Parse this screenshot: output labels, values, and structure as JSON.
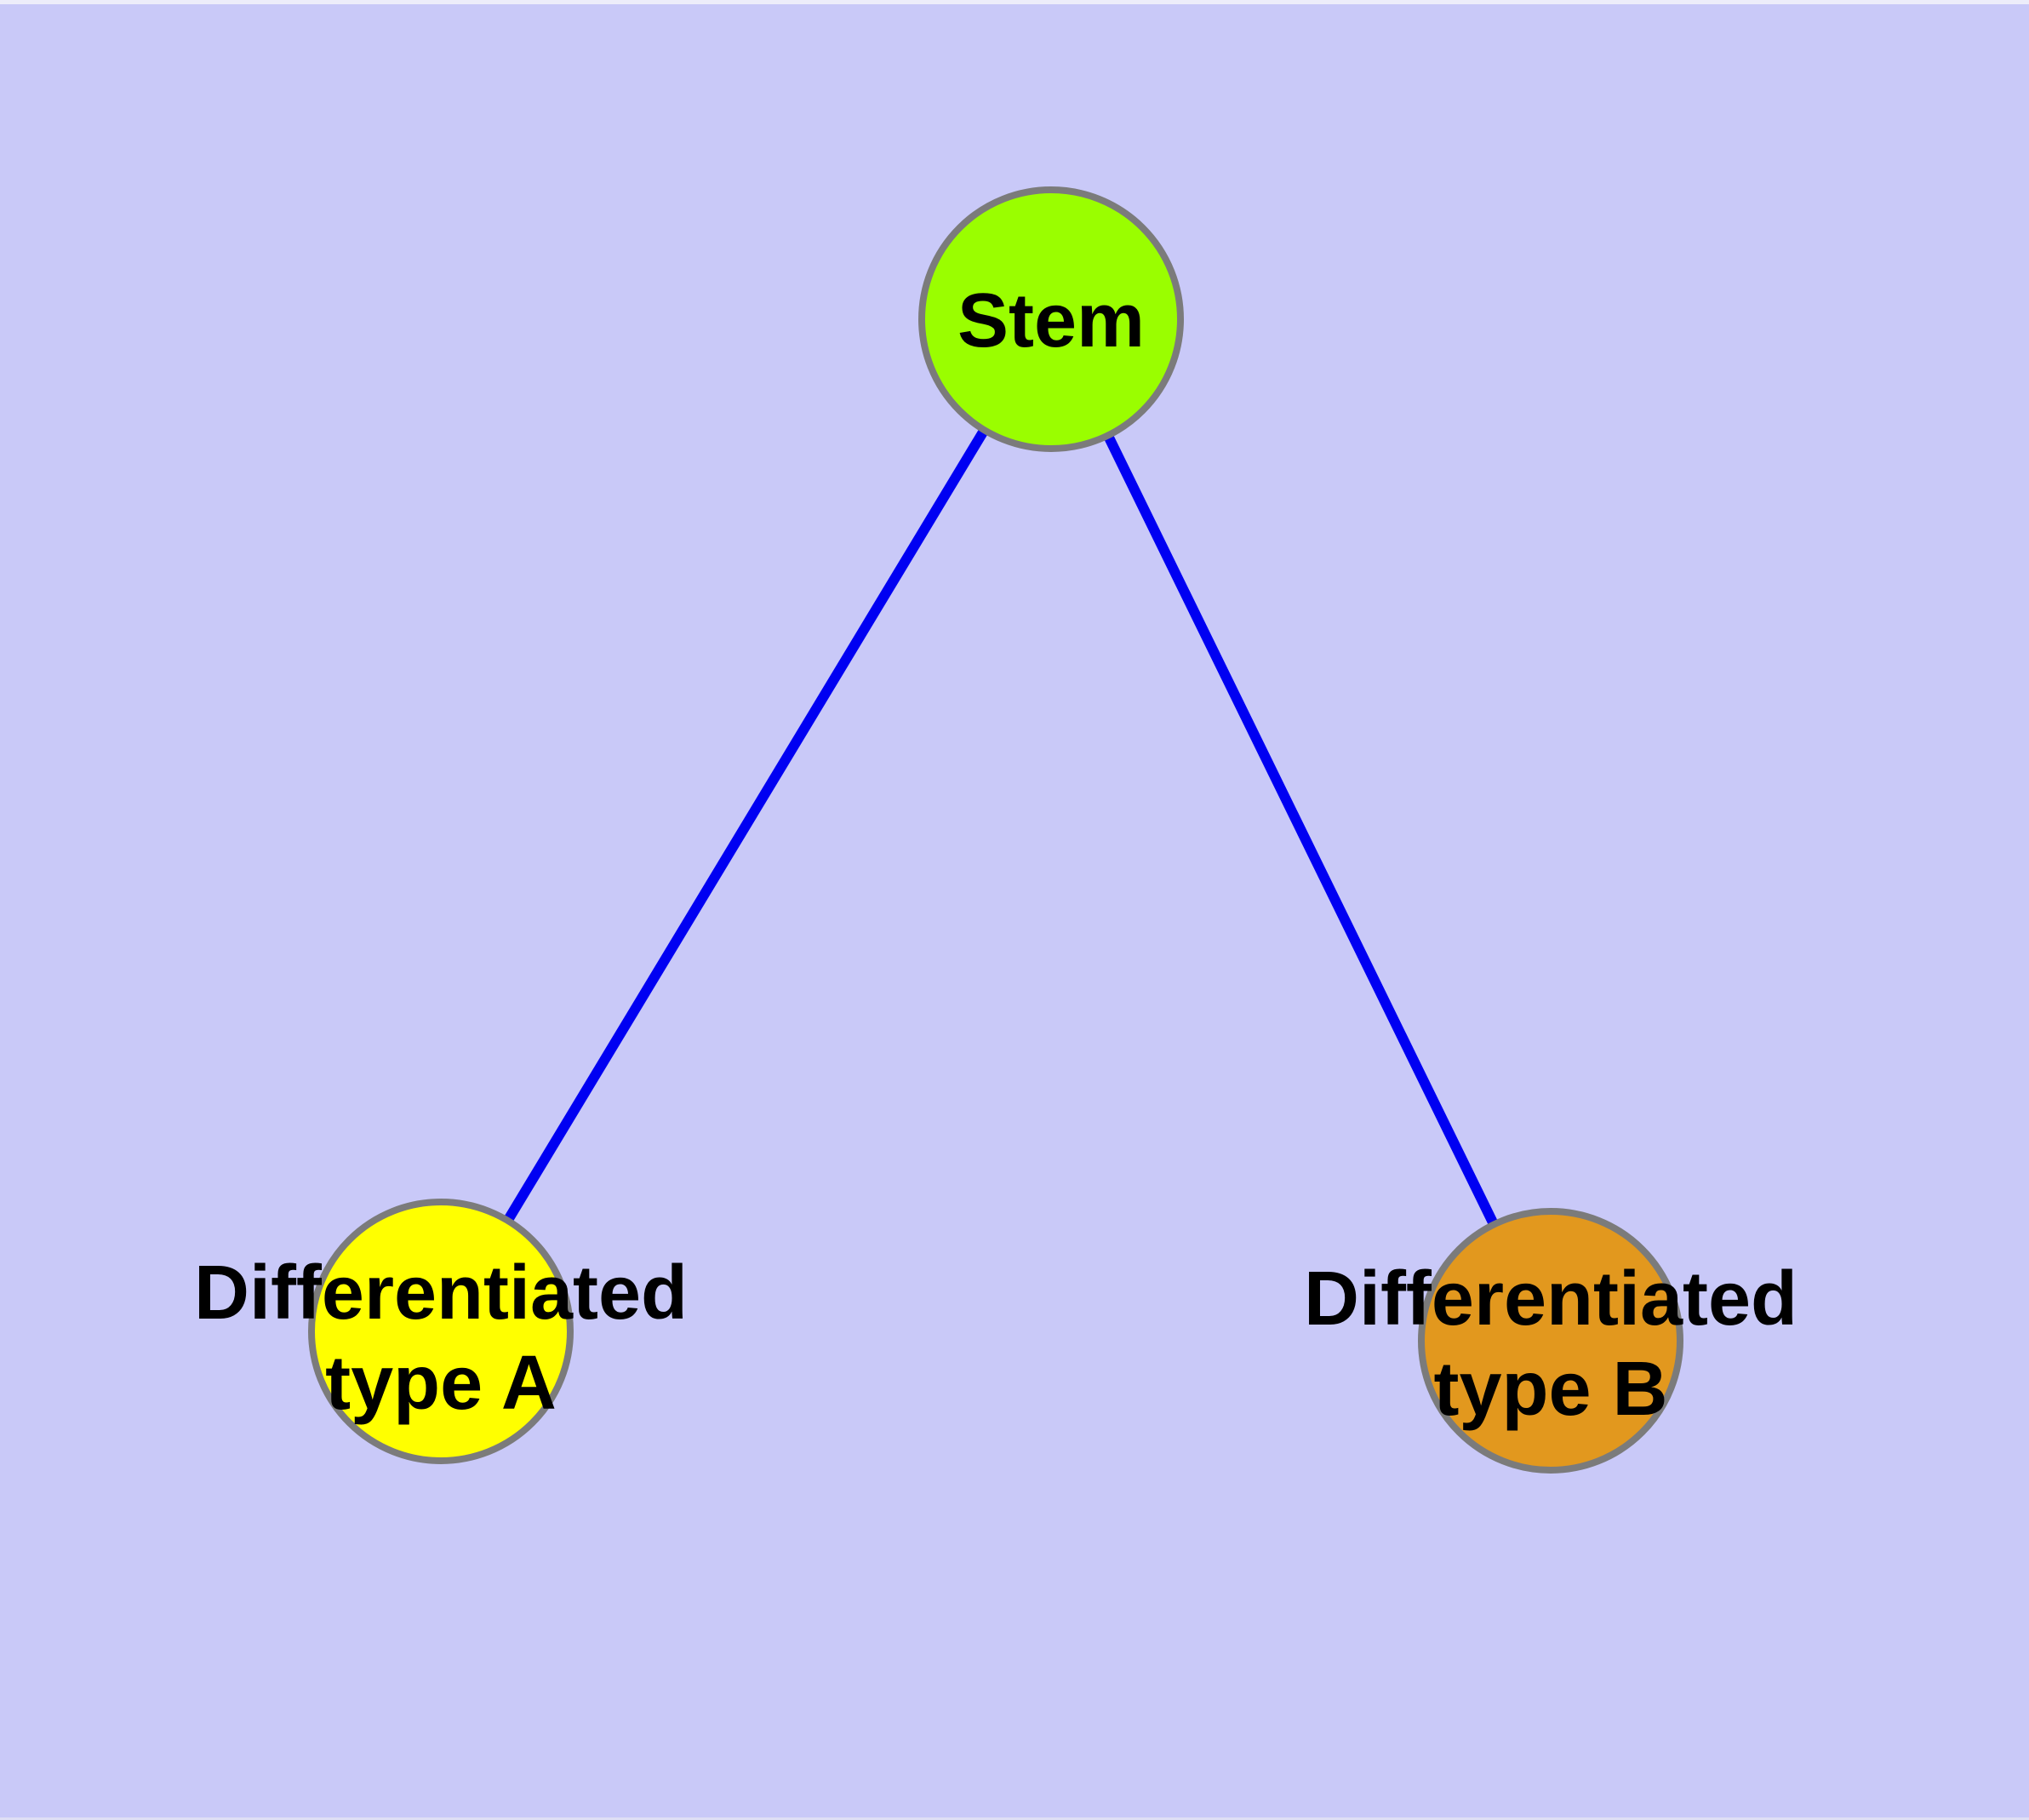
{
  "canvas": {
    "background_color": "#C9C9F8",
    "top_strip_color": "#EDEDFA",
    "bottom_strip_color": "#DFDFF5"
  },
  "graph": {
    "text_color": "#000000",
    "node_border_color": "#7B7B7B",
    "edge_color": "#0000F2",
    "nodes": [
      {
        "id": "stem",
        "label": "Stem",
        "fill": "#9AFE00",
        "stroke": "#7B7B7B"
      },
      {
        "id": "differentiated-type-a",
        "label_lines": [
          "Differentiated",
          "type A"
        ],
        "fill": "#FFFF00",
        "stroke": "#7B7B7B"
      },
      {
        "id": "differentiated-type-b",
        "label_lines": [
          "Differentiated",
          "type B"
        ],
        "fill": "#E2981E",
        "stroke": "#7B7B7B"
      }
    ],
    "edges": [
      {
        "from": "stem",
        "to": "differentiated-type-a",
        "color": "#0000F2"
      },
      {
        "from": "stem",
        "to": "differentiated-type-b",
        "color": "#0000F2"
      }
    ]
  }
}
